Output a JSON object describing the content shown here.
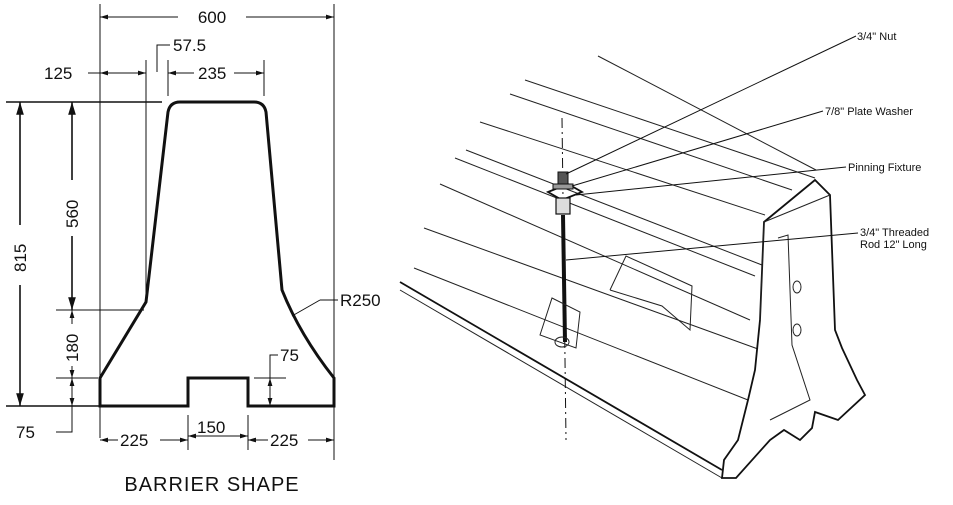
{
  "left_drawing": {
    "title": "BARRIER SHAPE",
    "dims": {
      "width_total": "600",
      "offset_57_5": "57.5",
      "left_125": "125",
      "top_235": "235",
      "height_815": "815",
      "height_560": "560",
      "height_180": "180",
      "base_75_left": "75",
      "base_75_right": "75",
      "radius": "R250",
      "bottom_225_left": "225",
      "bottom_150": "150",
      "bottom_225_right": "225"
    }
  },
  "right_drawing": {
    "callouts": {
      "nut": "3/4\" Nut",
      "washer": "7/8\" Plate Washer",
      "fixture": "Pinning Fixture",
      "rod_line1": "3/4\" Threaded",
      "rod_line2": "Rod 12\" Long"
    }
  }
}
